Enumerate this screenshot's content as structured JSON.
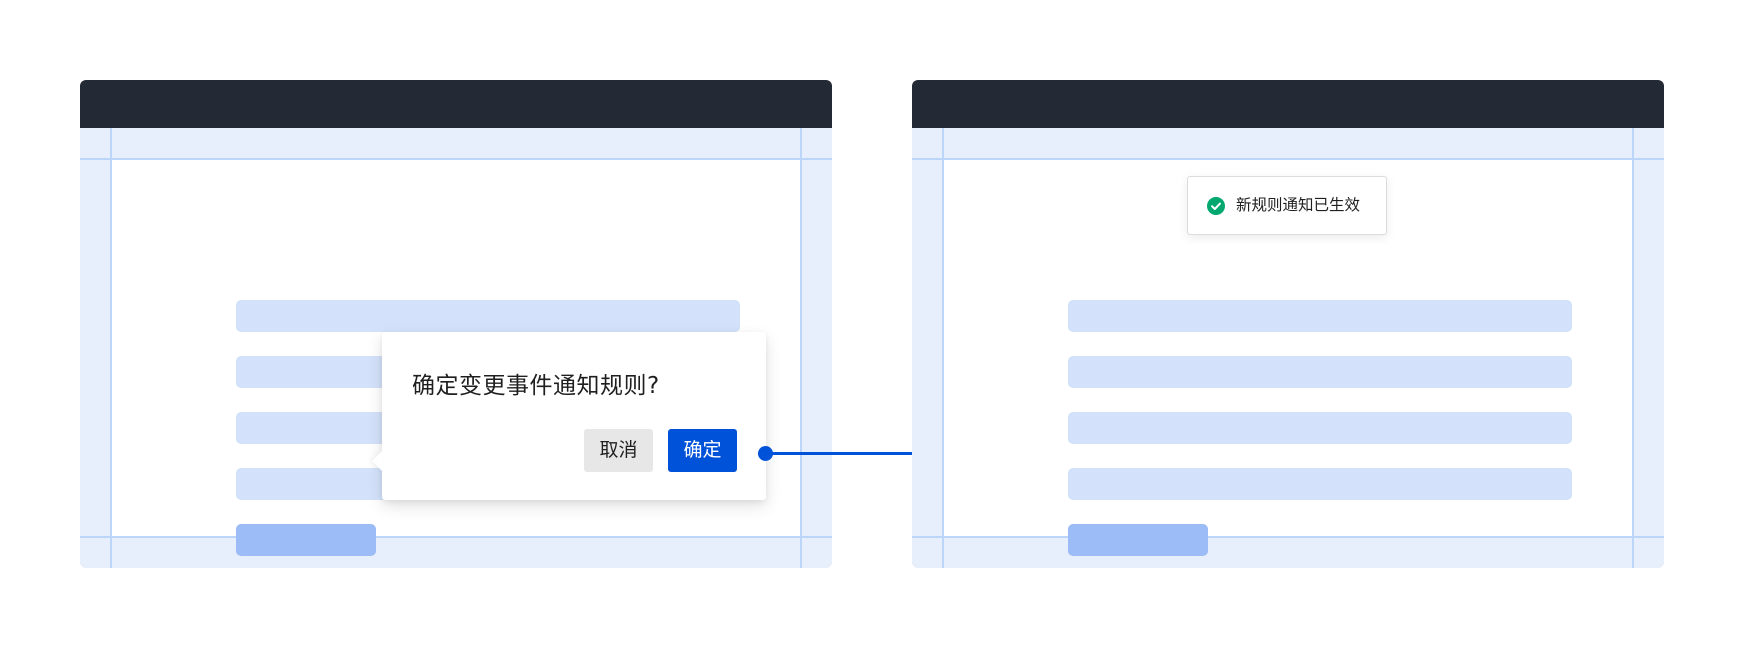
{
  "colors": {
    "window_header": "#232a36",
    "grid_band": "#e8effc",
    "grid_line": "#bcd5f8",
    "placeholder_bar": "#d3e2fa",
    "placeholder_button": "#9bbcf7",
    "primary": "#0052d9",
    "success": "#00a870",
    "cancel_bg": "#e7e7e7"
  },
  "before": {
    "popconfirm": {
      "title": "确定变更事件通知规则?",
      "cancel_label": "取消",
      "confirm_label": "确定"
    }
  },
  "connector": {
    "icon": "arrow-right-icon"
  },
  "after": {
    "toast": {
      "icon": "check-circle-icon",
      "message": "新规则通知已生效"
    }
  }
}
